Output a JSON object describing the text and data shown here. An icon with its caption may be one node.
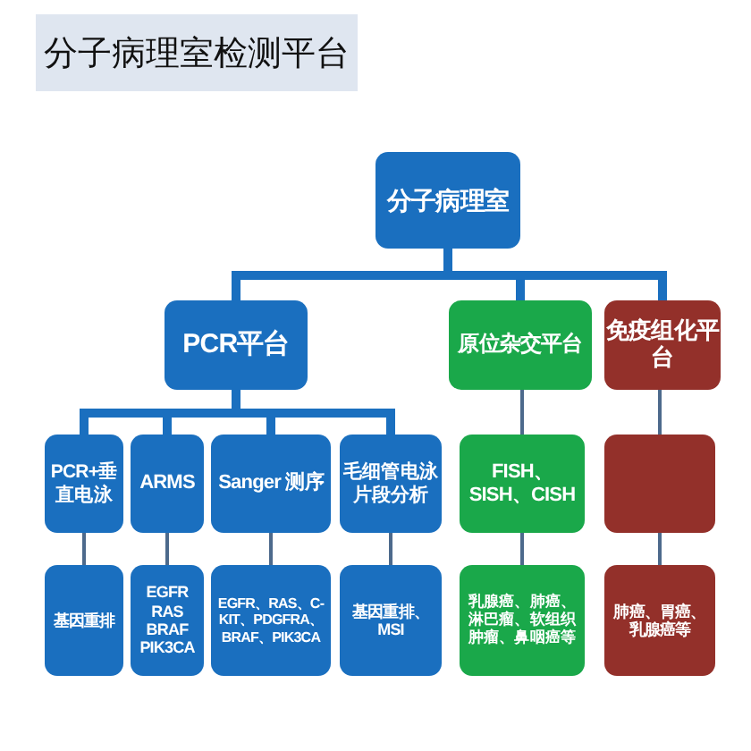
{
  "diagram": {
    "title": "分子病理室检测平台",
    "nodes": [
      {
        "text": [
          "分子病理室"
        ]
      },
      {
        "text": [
          "PCR平台"
        ]
      },
      {
        "text": [
          "原位杂交平台"
        ]
      },
      {
        "text": [
          "免疫组化平台"
        ]
      },
      {
        "text": [
          "PCR+垂直电泳"
        ]
      },
      {
        "text": [
          "ARMS"
        ]
      },
      {
        "text": [
          "Sanger 测序"
        ]
      },
      {
        "text": [
          "毛细管电泳片段分析"
        ]
      },
      {
        "text": [
          "FISH、SISH、CISH"
        ]
      },
      {
        "text": [],
        "shape": "box"
      },
      {
        "text": [
          "基因重排"
        ]
      },
      {
        "text": [
          "EGFR RAS BRAF PIK3CA"
        ]
      },
      {
        "text": [
          "EGFR、RAS、C-KIT、PDGFRA、BRAF、PIK3CA"
        ]
      },
      {
        "text": [
          "基因重排、MSI"
        ]
      },
      {
        "text": [
          "乳腺癌、肺癌、淋巴瘤、软组织肿瘤、鼻咽癌等"
        ]
      },
      {
        "text": [
          "肺癌、胃癌、乳腺癌等"
        ]
      }
    ],
    "edges": [
      {
        "from": 0,
        "to": 1,
        "arrow": "none",
        "style": "thick",
        "color": "#1a6fbf"
      },
      {
        "from": 0,
        "to": 2,
        "arrow": "none",
        "style": "thick",
        "color": "#1a6fbf"
      },
      {
        "from": 0,
        "to": 3,
        "arrow": "none",
        "style": "thick",
        "color": "#1a6fbf"
      },
      {
        "from": 1,
        "to": 4,
        "arrow": "none",
        "style": "thick",
        "color": "#1a6fbf"
      },
      {
        "from": 1,
        "to": 5,
        "arrow": "none",
        "style": "thick",
        "color": "#1a6fbf"
      },
      {
        "from": 1,
        "to": 6,
        "arrow": "none",
        "style": "thick",
        "color": "#1a6fbf"
      },
      {
        "from": 1,
        "to": 7,
        "arrow": "none",
        "style": "thick",
        "color": "#1a6fbf"
      },
      {
        "from": 2,
        "to": 8,
        "arrow": "none"
      },
      {
        "from": 3,
        "to": 9,
        "arrow": "none"
      },
      {
        "from": 4,
        "to": 10,
        "arrow": "none"
      },
      {
        "from": 5,
        "to": 11,
        "arrow": "none"
      },
      {
        "from": 6,
        "to": 12,
        "arrow": "none"
      },
      {
        "from": 7,
        "to": 13,
        "arrow": "none"
      },
      {
        "from": 8,
        "to": 14,
        "arrow": "none"
      },
      {
        "from": 9,
        "to": 15,
        "arrow": "none"
      }
    ]
  }
}
